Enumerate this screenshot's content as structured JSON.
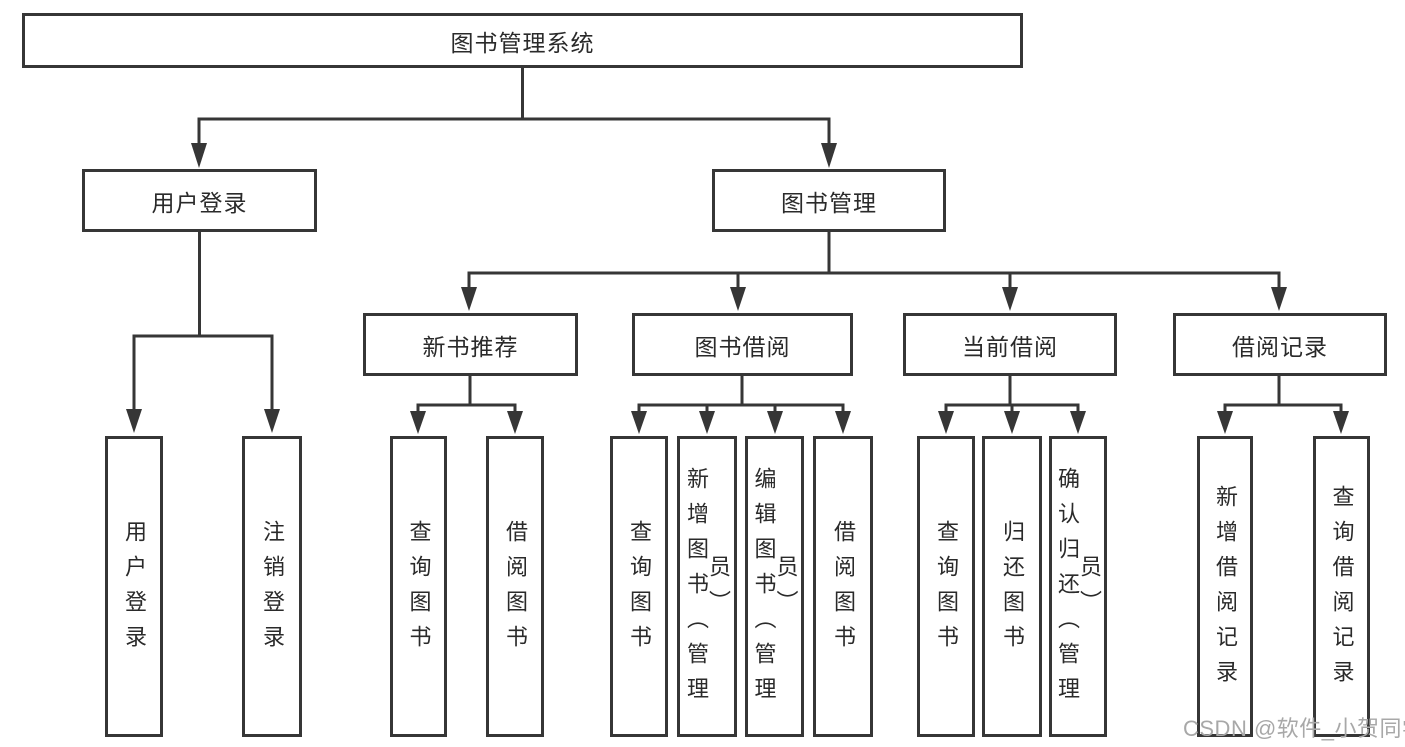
{
  "colors": {
    "line": "#363636",
    "text": "#2a2a2a",
    "background": "#ffffff",
    "watermark_text_color": "#a8a8a8"
  },
  "diagram": {
    "type": "hierarchy-tree",
    "root": {
      "label": "图书管理系统"
    },
    "level2": [
      {
        "label": "用户登录",
        "parent": "图书管理系统"
      },
      {
        "label": "图书管理",
        "parent": "图书管理系统"
      }
    ],
    "level3": [
      {
        "label": "新书推荐",
        "parent": "图书管理"
      },
      {
        "label": "图书借阅",
        "parent": "图书管理"
      },
      {
        "label": "当前借阅",
        "parent": "图书管理"
      },
      {
        "label": "借阅记录",
        "parent": "图书管理"
      }
    ],
    "leaves": [
      {
        "label": "用户登录",
        "parent": "用户登录"
      },
      {
        "label": "注销登录",
        "parent": "用户登录"
      },
      {
        "label": "查询图书",
        "parent": "新书推荐"
      },
      {
        "label": "借阅图书",
        "parent": "新书推荐"
      },
      {
        "label": "查询图书",
        "parent": "图书借阅"
      },
      {
        "label": "新增图书（管理员）",
        "parent": "图书借阅"
      },
      {
        "label": "编辑图书（管理员）",
        "parent": "图书借阅"
      },
      {
        "label": "借阅图书",
        "parent": "图书借阅"
      },
      {
        "label": "查询图书",
        "parent": "当前借阅"
      },
      {
        "label": "归还图书",
        "parent": "当前借阅"
      },
      {
        "label": "确认归还（管理员）",
        "parent": "当前借阅"
      },
      {
        "label": "新增借阅记录",
        "parent": "借阅记录"
      },
      {
        "label": "查询借阅记录",
        "parent": "借阅记录"
      }
    ]
  },
  "watermark": {
    "text": "CSDN @软件_小贺同学"
  }
}
